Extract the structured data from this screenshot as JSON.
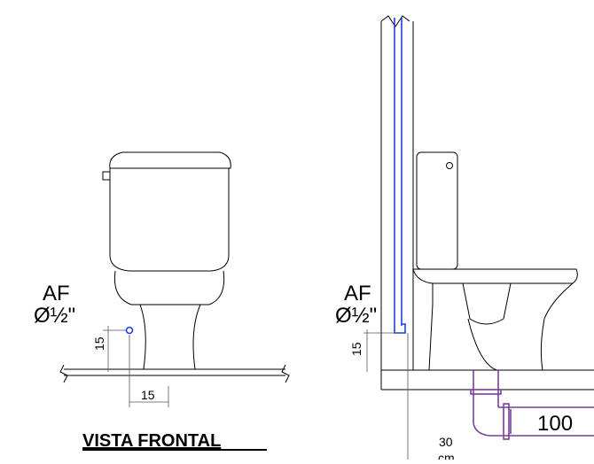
{
  "front": {
    "pipe_label": "AF",
    "pipe_diameter": "Ø½\"",
    "dim_height": "15",
    "dim_offset": "15",
    "title": "VISTA FRONTAL"
  },
  "side": {
    "pipe_label": "AF",
    "pipe_diameter": "Ø½\"",
    "dim_height": "15",
    "drain_diameter": "100",
    "dim_distance": "30",
    "dim_unit": "cm"
  },
  "colors": {
    "water_pipe": "#1f3fe0",
    "drain_pipe": "#7a3f9a",
    "line": "#000000",
    "dim_line": "#555555"
  }
}
